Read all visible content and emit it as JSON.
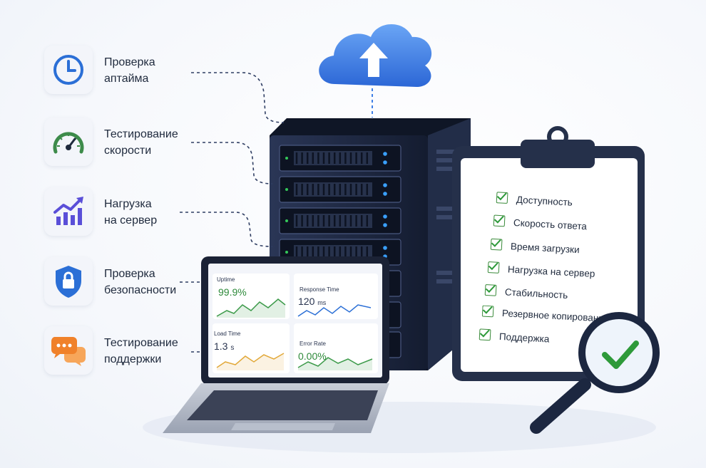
{
  "features": [
    {
      "line1": "Проверка",
      "line2": "аптайма",
      "icon": "clock-icon",
      "color": "#2b6fd6"
    },
    {
      "line1": "Тестирование",
      "line2": "скорости",
      "icon": "speedometer-icon",
      "color": "#3d8b4a"
    },
    {
      "line1": "Нагрузка",
      "line2": "на сервер",
      "icon": "rising-chart-icon",
      "color": "#5a4fd8"
    },
    {
      "line1": "Проверка",
      "line2": "безопасности",
      "icon": "shield-lock-icon",
      "color": "#2b6fd6"
    },
    {
      "line1": "Тестирование",
      "line2": "поддержки",
      "icon": "chat-bubbles-icon",
      "color": "#f0812a"
    }
  ],
  "dashboard": {
    "uptime_label": "Uptime",
    "uptime_value": "99.9%",
    "response_label": "Response Time",
    "response_value": "120",
    "response_unit": "ms",
    "load_label": "Load Time",
    "load_value": "1.3",
    "load_unit": "s",
    "error_label": "Error Rate",
    "error_value": "0.00%"
  },
  "checklist": [
    "Доступность",
    "Скорость ответа",
    "Время загрузки",
    "Нагрузка на сервер",
    "Стабильность",
    "Резервное копирование",
    "Поддержка"
  ],
  "colors": {
    "cloud": "#3f7fe6",
    "server": "#1c2740",
    "check_green": "#2e9a3a",
    "accent_blue": "#2b6fd6"
  }
}
